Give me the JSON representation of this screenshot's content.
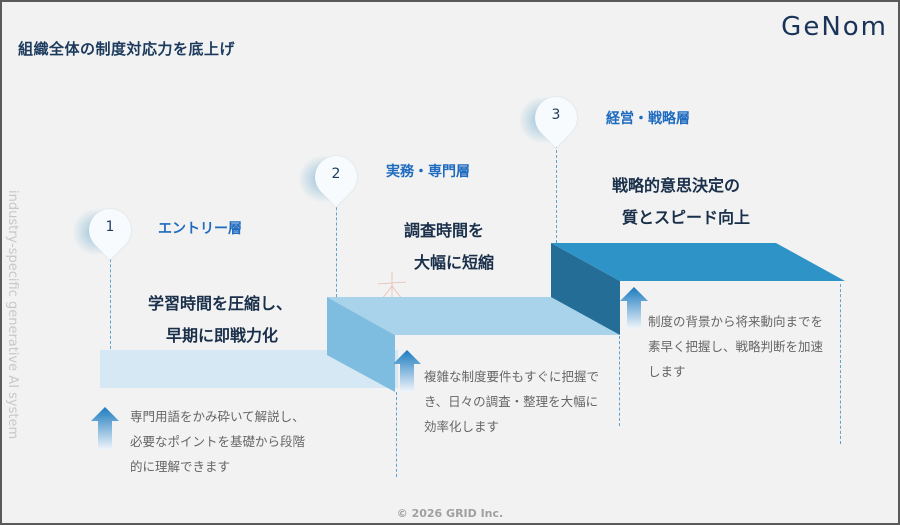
{
  "header": {
    "title": "組織全体の制度対応力を底上げ",
    "logo": "GeNom"
  },
  "side_label": "industry-specific generative AI system",
  "steps": [
    {
      "number": "1",
      "layer": "エントリー層",
      "headline": [
        "学習時間を圧縮し、",
        "早期に即戦力化"
      ],
      "description": [
        "専門用語をかみ砕いて解説し、",
        "必要なポイントを基礎から段階",
        "的に理解できます"
      ]
    },
    {
      "number": "2",
      "layer": "実務・専門層",
      "headline": [
        "調査時間を",
        "大幅に短縮"
      ],
      "description": [
        "複雑な制度要件もすぐに把握で",
        "き、日々の調査・整理を大幅に",
        "効率化します"
      ]
    },
    {
      "number": "3",
      "layer": "経営・戦略層",
      "headline": [
        "戦略的意思決定の",
        "質とスピード向上"
      ],
      "description": [
        "制度の背景から将来動向までを",
        "素早く把握し、戦略判断を加速",
        "します"
      ]
    }
  ],
  "colors": {
    "step1_top": "#d5e8f4",
    "step2_top": "#a9d3ea",
    "step2_side": "#7fbde0",
    "step3_top": "#2e93c7",
    "step3_side": "#236d97",
    "title": "#1b3a5c",
    "layer_label": "#1f6bbf"
  },
  "footer": {
    "copyright": "© 2026 GRID Inc."
  }
}
